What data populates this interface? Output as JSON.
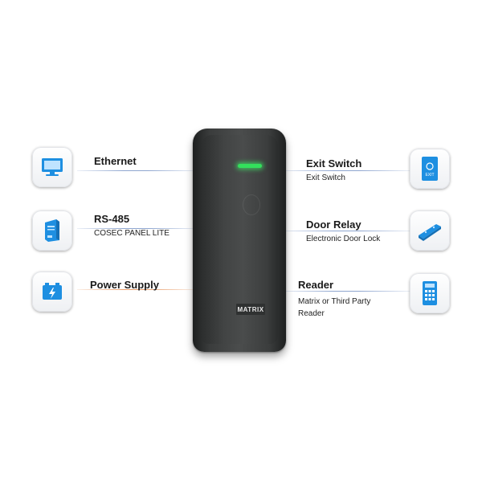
{
  "left_items": [
    {
      "icon": "monitor-icon",
      "title": "Ethernet",
      "subtitle": ""
    },
    {
      "icon": "panel-icon",
      "title": "RS-485",
      "subtitle": "COSEC PANEL LITE"
    },
    {
      "icon": "battery-icon",
      "title": "Power Supply",
      "subtitle": ""
    }
  ],
  "right_items": [
    {
      "icon": "exit-switch-icon",
      "title": "Exit Switch",
      "subtitle": "Exit Switch",
      "subtitle2": ""
    },
    {
      "icon": "door-lock-icon",
      "title": "Door Relay",
      "subtitle": "Electronic Door Lock",
      "subtitle2": ""
    },
    {
      "icon": "keypad-reader-icon",
      "title": "Reader",
      "subtitle": "Matrix or Third Party",
      "subtitle2": "Reader"
    }
  ],
  "device": {
    "brand": "MATRIX",
    "led_color": "#33e05c"
  },
  "colors": {
    "accent_blue": "#1e8fe1",
    "line_blue": "#8ea5cf",
    "line_orange": "#e9a070"
  },
  "exit_icon_text": "EXIT"
}
